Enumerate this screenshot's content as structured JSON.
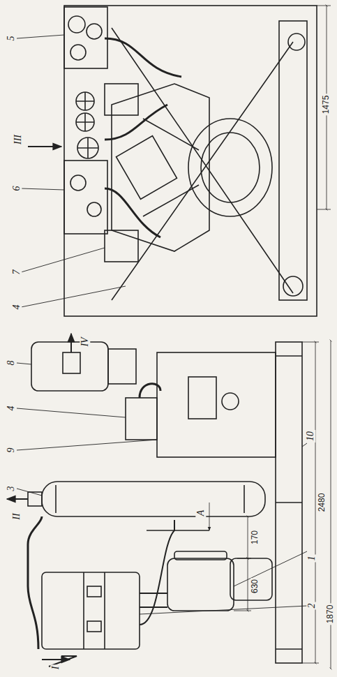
{
  "diagram": {
    "labels": [
      "5",
      "III",
      "6",
      "7",
      "4",
      "8",
      "4",
      "9",
      "3",
      "II",
      "IV",
      "10",
      "1",
      "2",
      "I",
      "A",
      "170",
      "630",
      "2480",
      "1870",
      "1475"
    ]
  }
}
